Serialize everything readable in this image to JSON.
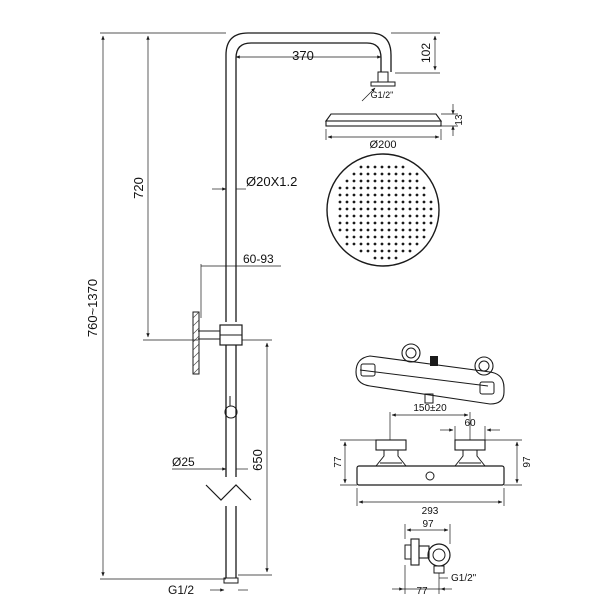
{
  "dimensions": {
    "arm_length": "370",
    "top_height": "102",
    "shower_inlet": "G1/2\"",
    "head_thickness": "13",
    "head_diameter": "Ø200",
    "upper_pipe_height": "720",
    "overall_height": "760~1370",
    "pipe_diameter": "Ø20X1.2",
    "bracket_range": "60-93",
    "lower_pipe_diameter": "Ø25",
    "lower_pipe_height": "650",
    "base_inlet": "G1/2",
    "valve_centers": "150±20",
    "valve_offset_60": "60",
    "valve_height_left": "77",
    "valve_height_right": "97",
    "valve_width": "293",
    "side_width_97": "97",
    "side_depth_77": "77",
    "side_inlet": "G1/2\""
  }
}
